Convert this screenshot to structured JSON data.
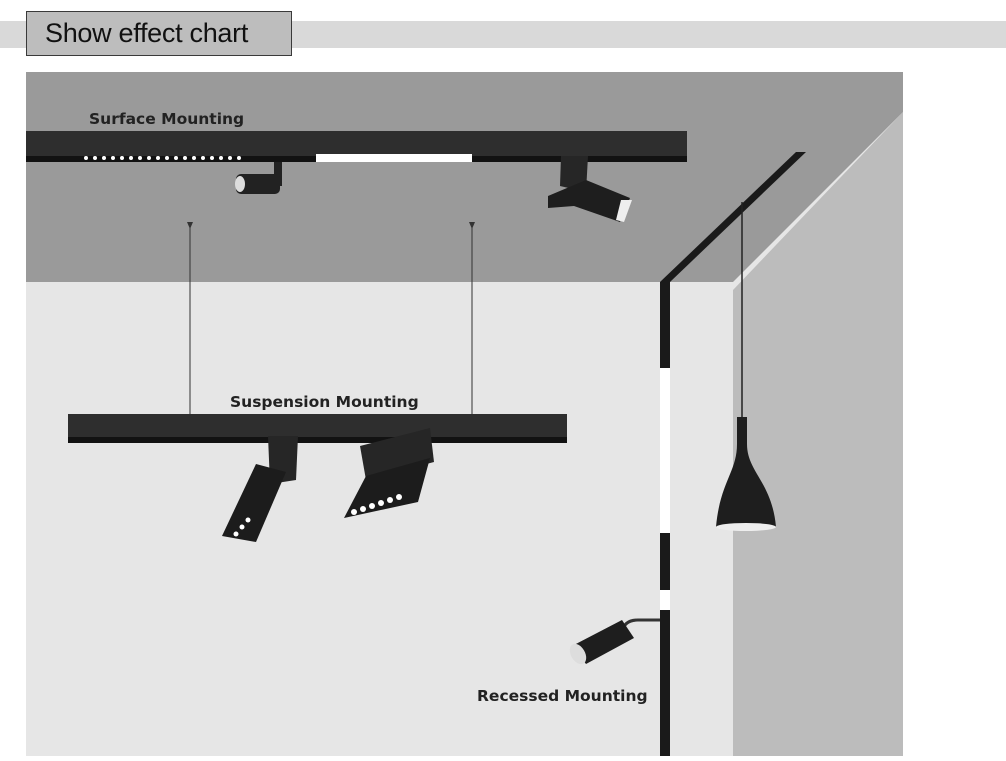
{
  "header": {
    "title": "Show effect chart"
  },
  "scene": {
    "labels": {
      "surface": "Surface Mounting",
      "suspension": "Suspension Mounting",
      "recessed": "Recessed Mounting"
    }
  },
  "colors": {
    "ceiling": "#9a9a9a",
    "left_wall": "#e6e6e6",
    "right_wall": "#bcbcbc",
    "fixture": "#222222"
  }
}
